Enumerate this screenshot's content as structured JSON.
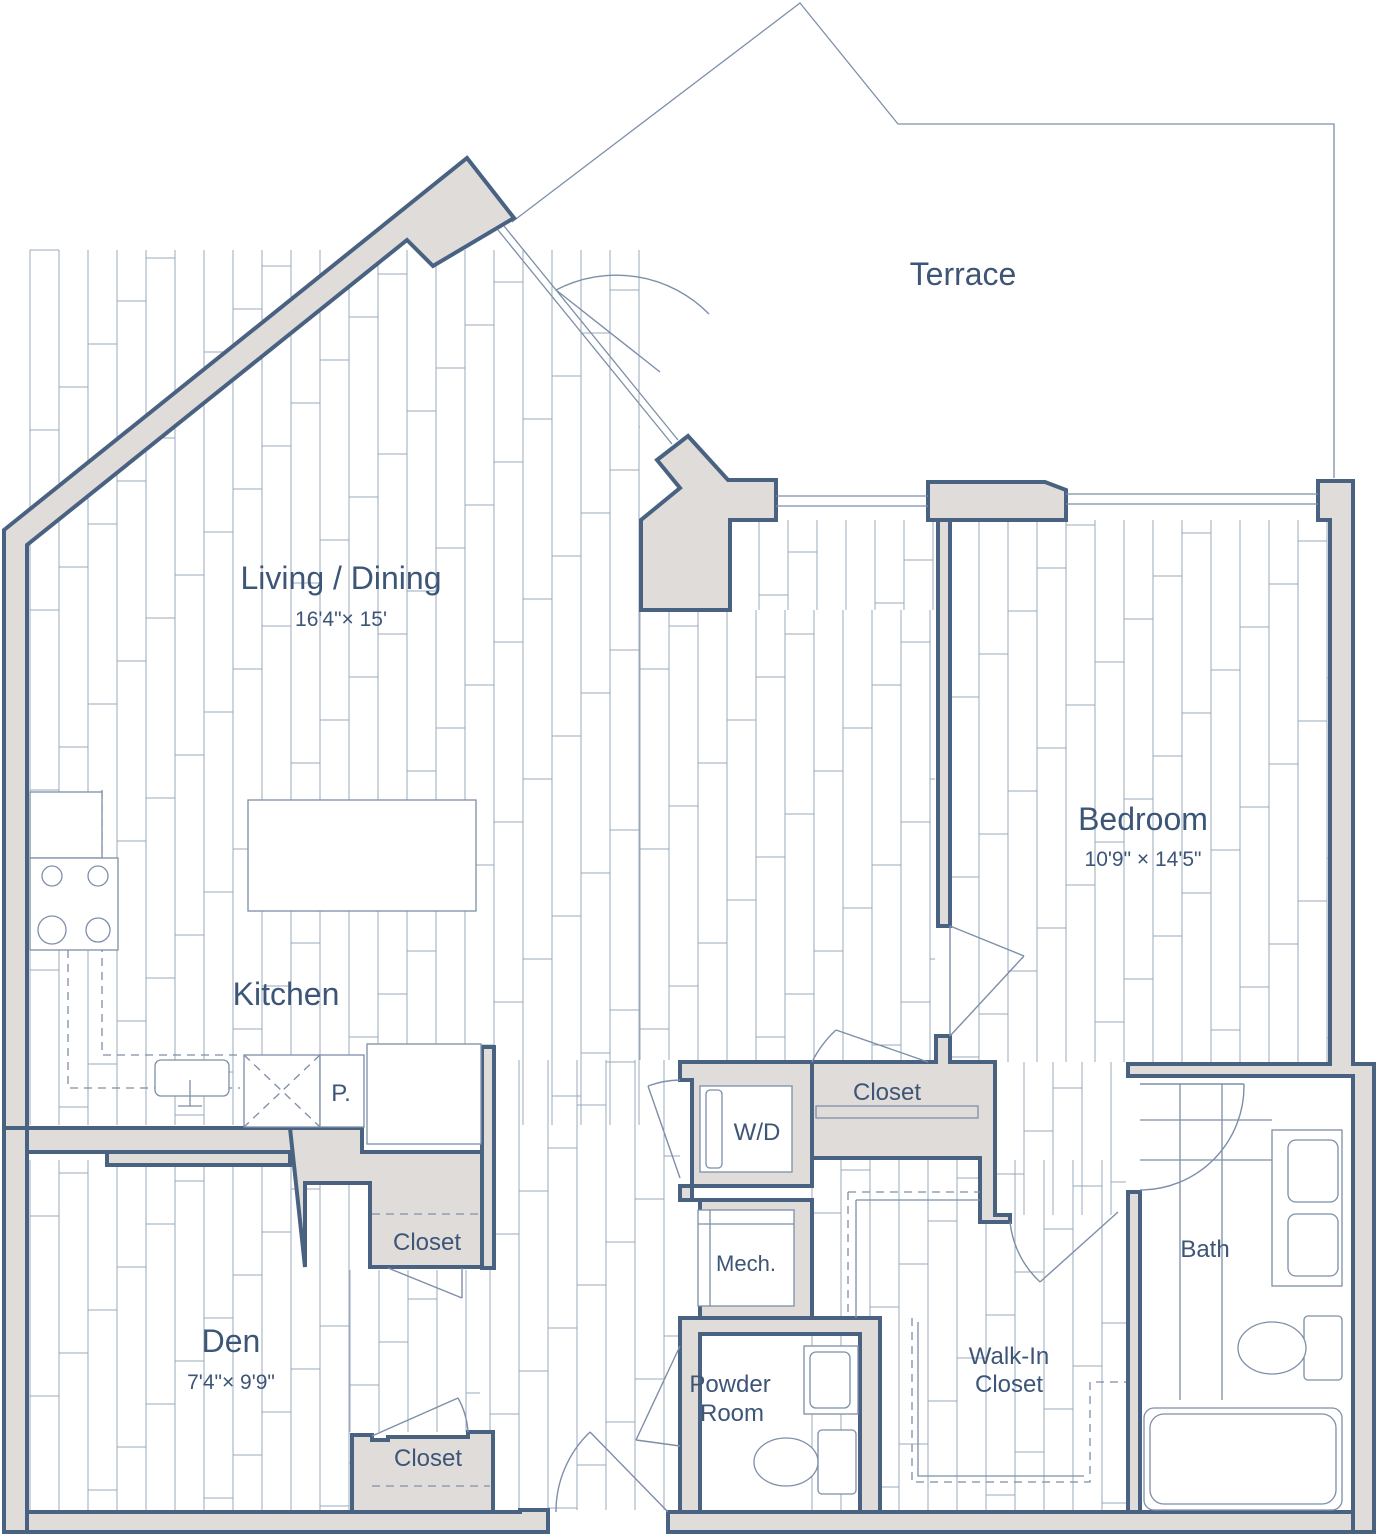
{
  "rooms": {
    "terrace": {
      "name": "Terrace"
    },
    "living_dining": {
      "name": "Living / Dining",
      "dimensions": "16'4\"× 15'"
    },
    "kitchen": {
      "name": "Kitchen"
    },
    "pantry": {
      "name": "P."
    },
    "bedroom": {
      "name": "Bedroom",
      "dimensions": "10'9\" × 14'5\""
    },
    "closet_bedroom": {
      "name": "Closet"
    },
    "washer_dryer": {
      "name": "W/D"
    },
    "mechanical": {
      "name": "Mech."
    },
    "den_closet_upper": {
      "name": "Closet"
    },
    "den": {
      "name": "Den",
      "dimensions": "7'4\"× 9'9\""
    },
    "den_closet_lower": {
      "name": "Closet"
    },
    "powder_room": {
      "name_line1": "Powder",
      "name_line2": "Room"
    },
    "walk_in_closet": {
      "name_line1": "Walk-In",
      "name_line2": "Closet"
    },
    "bath": {
      "name": "Bath"
    }
  },
  "colors": {
    "wall_fill": "#e0dcd9",
    "wall_stroke": "#4a6282",
    "line": "#7d8fa8",
    "label": "#3d5577"
  }
}
